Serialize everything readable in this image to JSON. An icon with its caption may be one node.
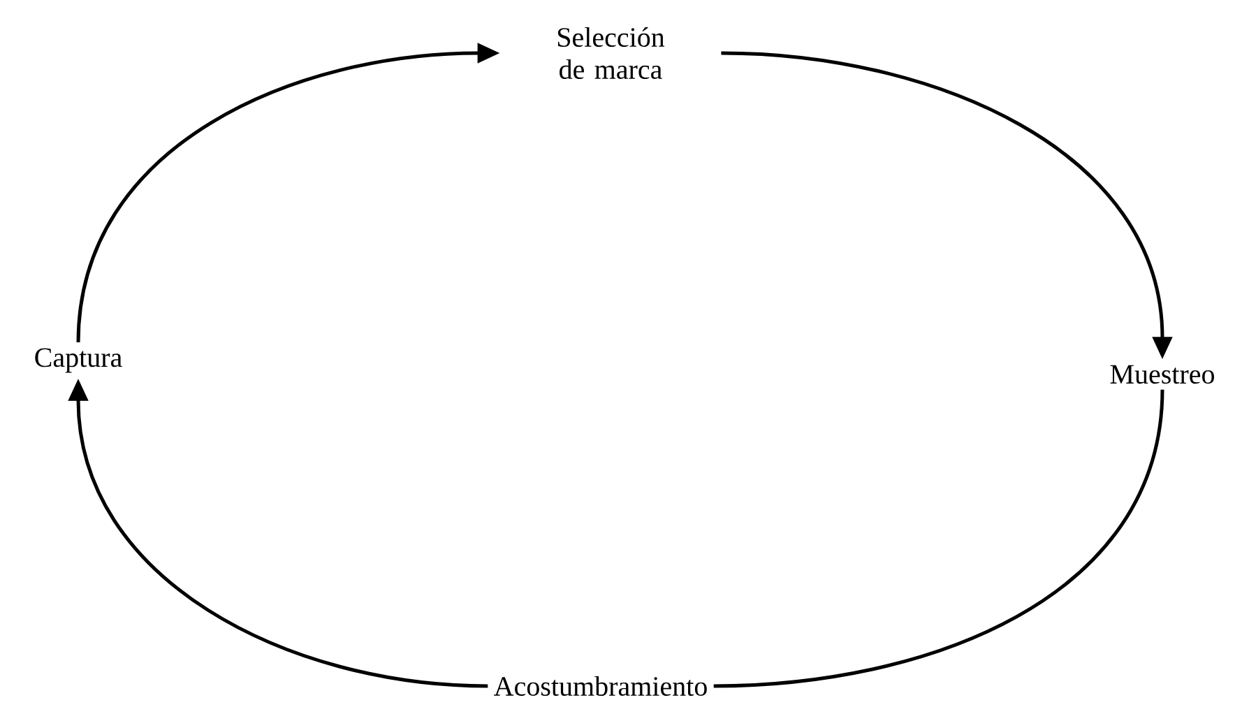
{
  "diagram": {
    "nodes": [
      {
        "text": [
          "Selección de marca"
        ]
      },
      {
        "text": [
          "Muestreo"
        ]
      },
      {
        "text": [
          "Acostumbramiento"
        ]
      },
      {
        "text": [
          "Captura"
        ]
      }
    ],
    "edges": [
      {
        "from": 3,
        "to": 0,
        "arrow": "to"
      },
      {
        "from": 0,
        "to": 1,
        "arrow": "to"
      },
      {
        "from": 1,
        "to": 2,
        "arrow": "none"
      },
      {
        "from": 2,
        "to": 3,
        "arrow": "to"
      }
    ]
  }
}
